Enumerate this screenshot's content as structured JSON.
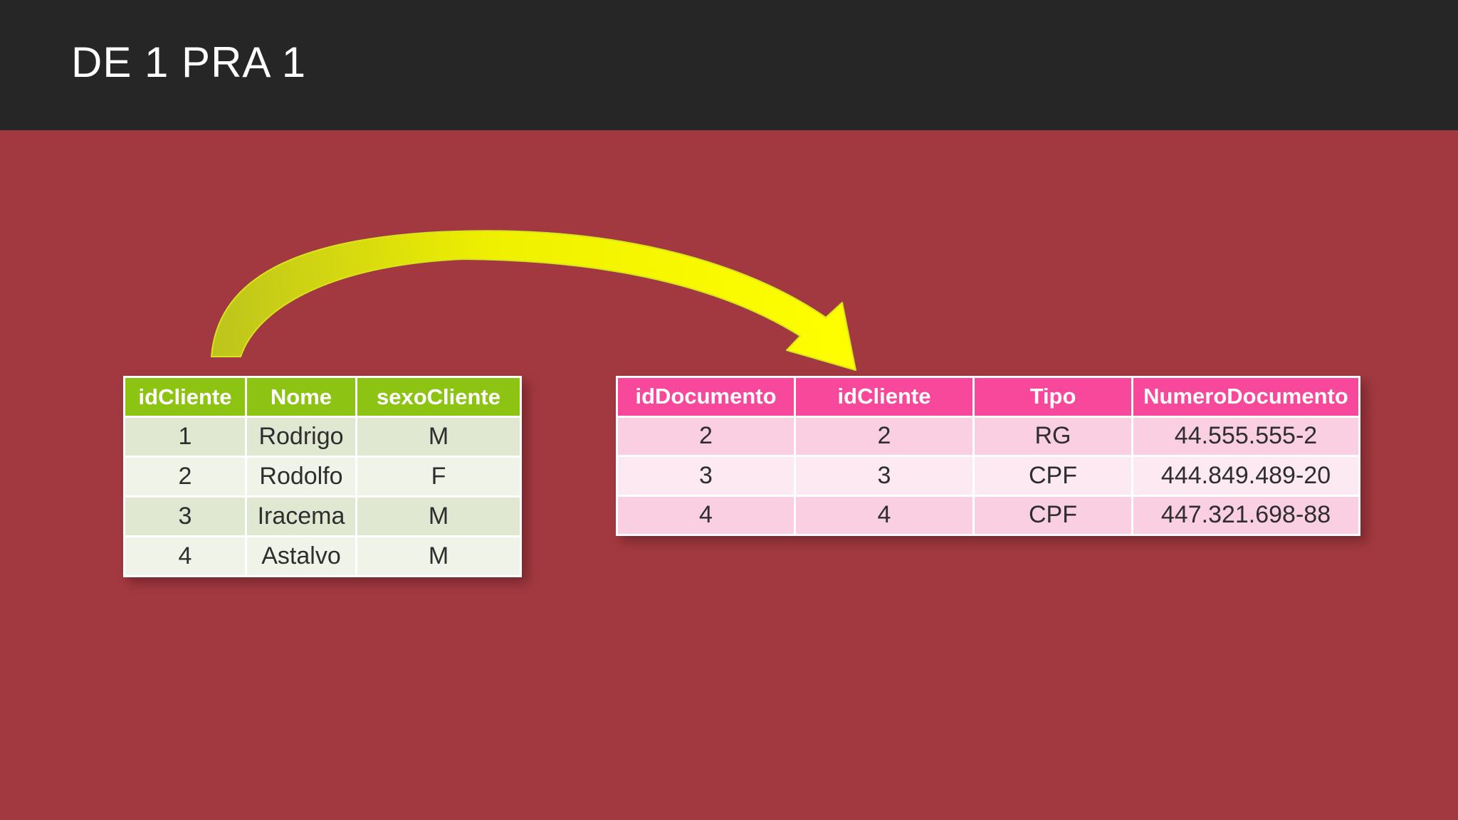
{
  "title": "DE 1 PRA 1",
  "colors": {
    "background": "#A23940",
    "title-bar": "#262626",
    "title-text": "#FFFFFF",
    "green-header": "#8DC414",
    "green-row-a": "#E0E8D1",
    "green-row-b": "#F0F4E8",
    "pink-header": "#F8489B",
    "pink-row-a": "#FBCFE2",
    "pink-row-b": "#FDE9F2",
    "cell-text": "#2E2E2E",
    "arrow-olive": "#BCC31D",
    "arrow-yellow": "#FFFF00"
  },
  "tables": {
    "cliente": {
      "headers": [
        "idCliente",
        "Nome",
        "sexoCliente"
      ],
      "rows": [
        [
          "1",
          "Rodrigo",
          "M"
        ],
        [
          "2",
          "Rodolfo",
          "F"
        ],
        [
          "3",
          "Iracema",
          "M"
        ],
        [
          "4",
          "Astalvo",
          "M"
        ]
      ]
    },
    "documento": {
      "headers": [
        "idDocumento",
        "idCliente",
        "Tipo",
        "NumeroDocumento"
      ],
      "rows": [
        [
          "2",
          "2",
          "RG",
          "44.555.555-2"
        ],
        [
          "3",
          "3",
          "CPF",
          "444.849.489-20"
        ],
        [
          "4",
          "4",
          "CPF",
          "447.321.698-88"
        ]
      ]
    }
  }
}
